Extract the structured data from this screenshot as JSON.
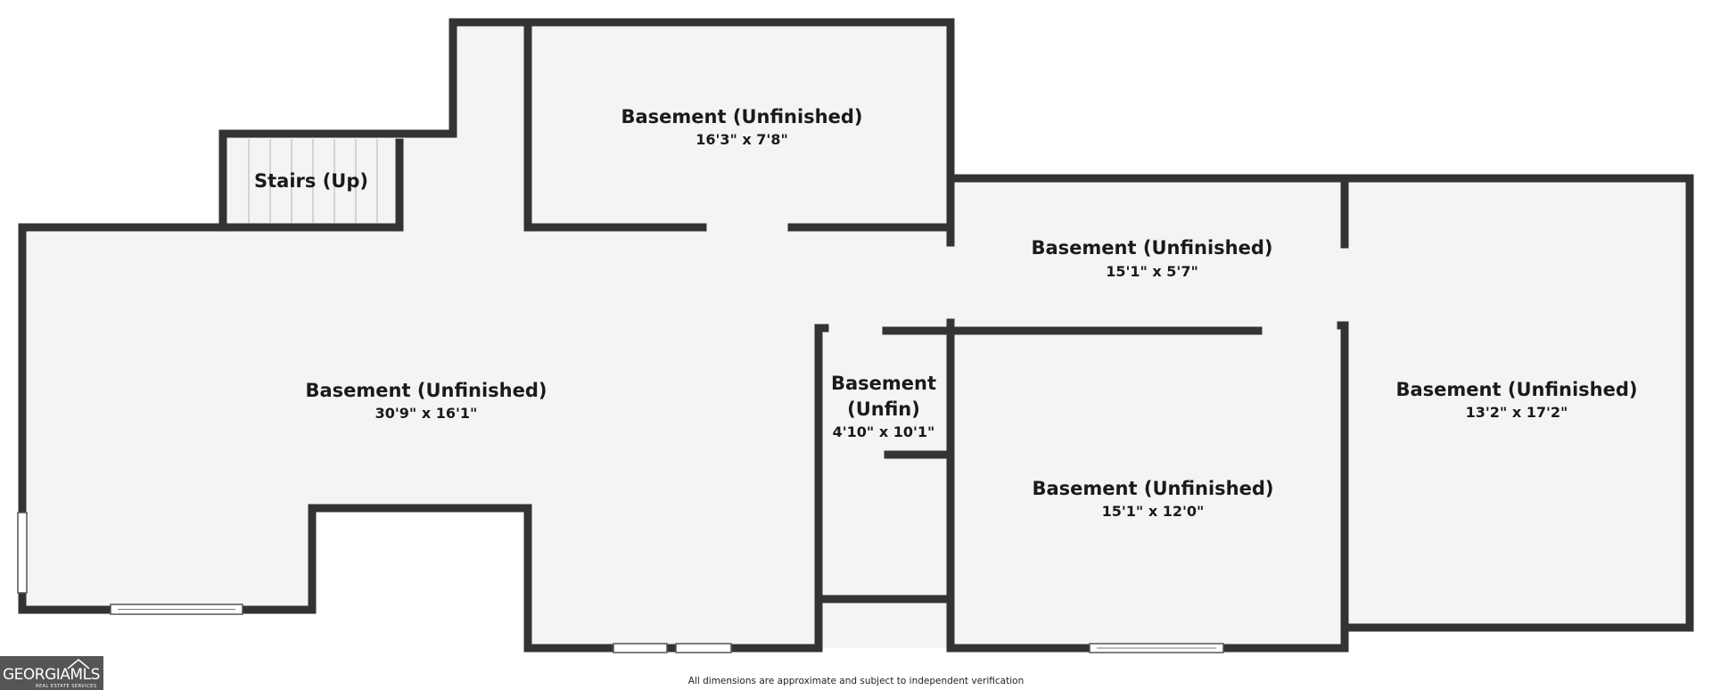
{
  "floor_plan": {
    "rooms": [
      {
        "id": "main",
        "name": "Basement (Unfinished)",
        "dimensions": "30'9\" x 16'1\""
      },
      {
        "id": "top",
        "name": "Basement (Unfinished)",
        "dimensions": "16'3\" x 7'8\""
      },
      {
        "id": "stairs",
        "name": "Stairs (Up)"
      },
      {
        "id": "hall",
        "name": "Basement (Unfinished)",
        "dimensions": "15'1\" x 5'7\""
      },
      {
        "id": "small",
        "name_line1": "Basement",
        "name_line2": "(Unfin)",
        "dimensions": "4'10\" x 10'1\""
      },
      {
        "id": "center",
        "name": "Basement (Unfinished)",
        "dimensions": "15'1\" x 12'0\""
      },
      {
        "id": "right",
        "name": "Basement (Unfinished)",
        "dimensions": "13'2\" x 17'2\""
      }
    ],
    "disclaimer": "All dimensions are approximate and subject to independent verification"
  },
  "logo": {
    "text": "GEORGIAMLS",
    "subtext": "REAL ESTATE SERVICES",
    "background_color": "#555555"
  },
  "colors": {
    "wall": "#333333",
    "floor": "#f4f4f4",
    "background": "#ffffff"
  }
}
